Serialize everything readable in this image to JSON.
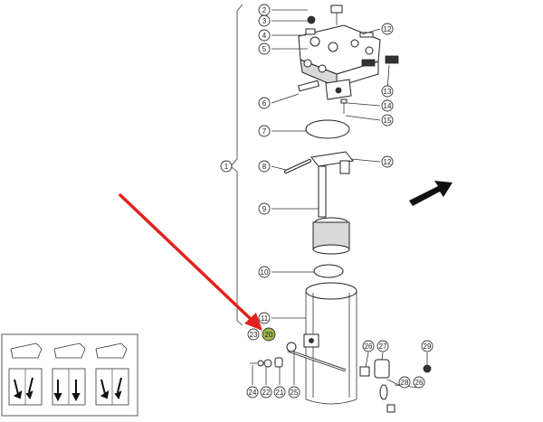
{
  "callouts": {
    "c1": "1",
    "c2": "2",
    "c3": "3",
    "c4": "4",
    "c5": "5",
    "c6": "6",
    "c7": "7",
    "c8": "8",
    "c9": "9",
    "c10": "10",
    "c11": "11",
    "c12a": "12",
    "c12b": "12",
    "c13": "13",
    "c14": "14",
    "c15": "15",
    "c20": "20",
    "c21": "21",
    "c22": "22",
    "c23": "23",
    "c24": "24",
    "c25": "25",
    "c26a": "26",
    "c26b": "26",
    "c27": "27",
    "c28": "28",
    "c29": "29"
  },
  "colors": {
    "highlight": "#9ab84a",
    "arrow": "#e0231d",
    "ink": "#222222"
  },
  "icons": {
    "pointer": "red-arrow-icon",
    "direction": "direction-arrow-icon"
  }
}
